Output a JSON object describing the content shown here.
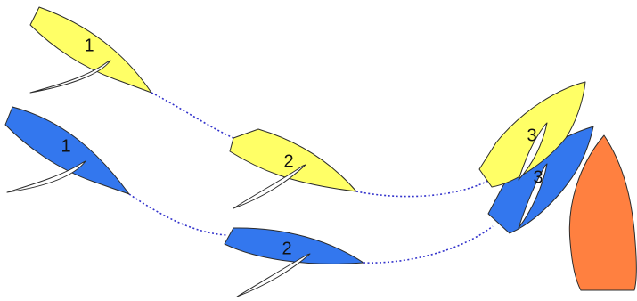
{
  "colors": {
    "yellow_boat": "#ffff66",
    "blue_boat": "#3377ee",
    "mark": "#ff8040",
    "track": "#3333cc",
    "outline": "#2b2b2b"
  },
  "boats": [
    {
      "color": "yellow",
      "positions": [
        {
          "label": "1"
        },
        {
          "label": "2"
        },
        {
          "label": "3"
        }
      ]
    },
    {
      "color": "blue",
      "positions": [
        {
          "label": "1"
        },
        {
          "label": "2"
        },
        {
          "label": "3"
        }
      ]
    }
  ]
}
